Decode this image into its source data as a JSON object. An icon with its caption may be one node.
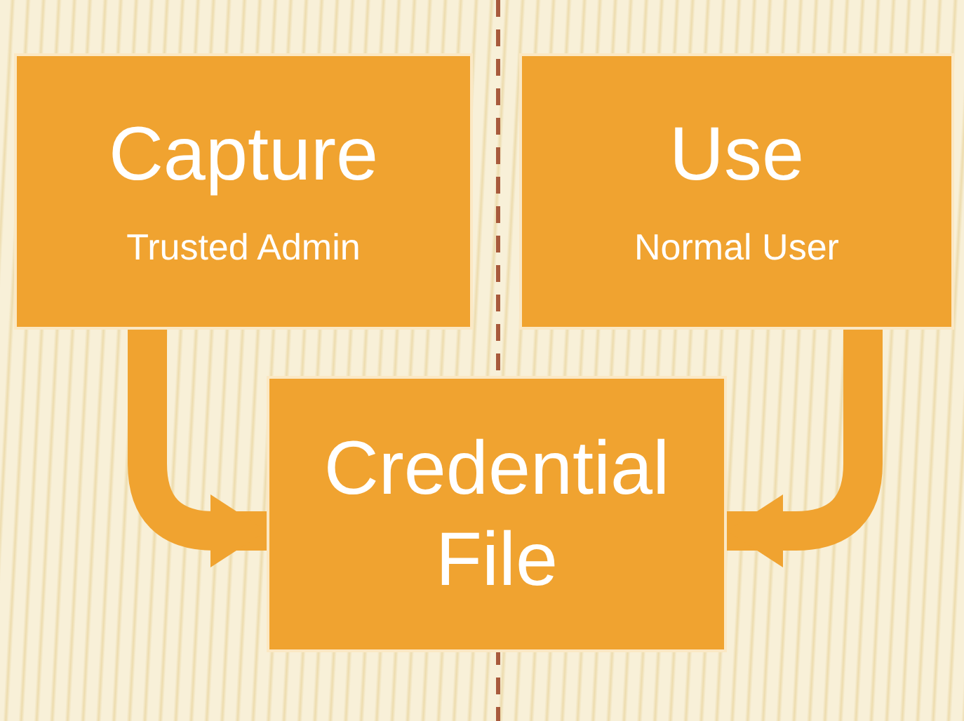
{
  "diagram": {
    "nodes": [
      {
        "text": [
          "Capture",
          "Trusted Admin"
        ]
      },
      {
        "text": [
          "Use",
          "Normal User"
        ]
      },
      {
        "text": [
          "Credential File"
        ]
      }
    ],
    "edges": [
      {
        "from": 0,
        "to": 2,
        "arrow": "to"
      },
      {
        "from": 1,
        "to": 2,
        "arrow": "to"
      }
    ]
  }
}
